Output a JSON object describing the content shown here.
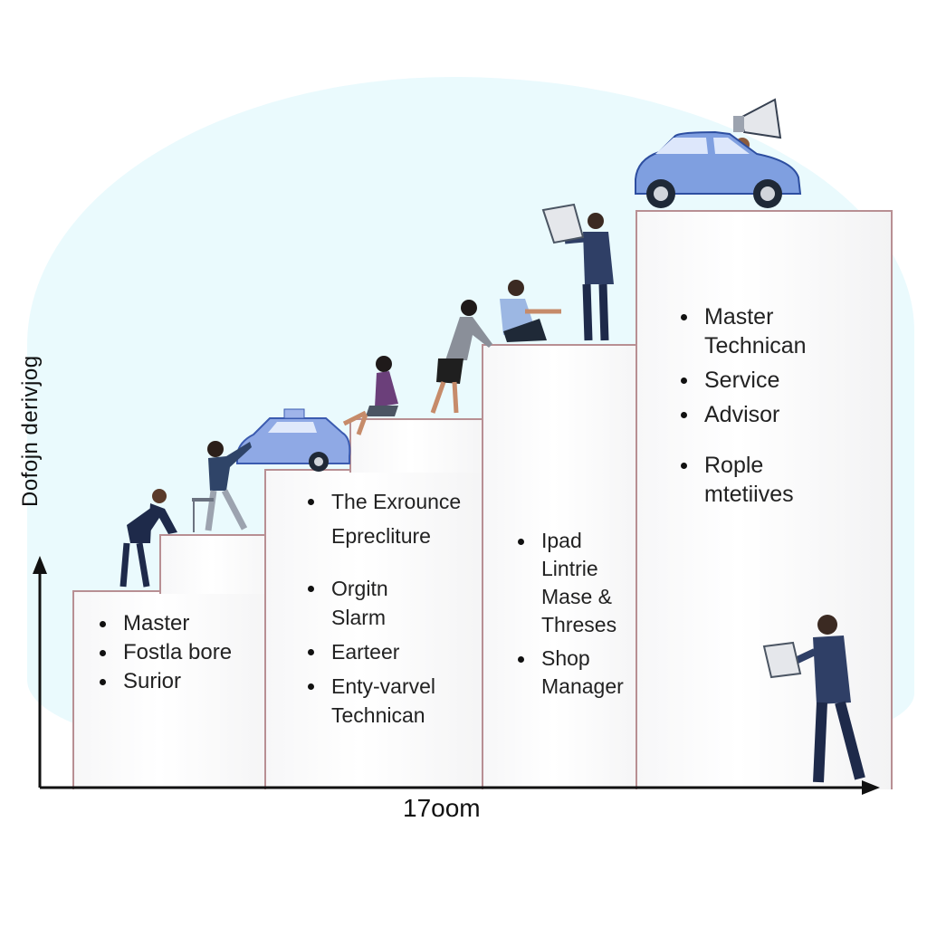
{
  "axes": {
    "y_title": "Dofojn derivjog",
    "x_title": "17oom"
  },
  "steps": [
    {
      "items": [
        "Master",
        "Fostla bore",
        "Surior"
      ]
    },
    {
      "items": [
        "The Exrounce",
        "Eprecliture",
        "Orgitn",
        "Slarm",
        "Earteer",
        "Enty-varvel",
        "Technican"
      ]
    },
    {
      "items": [
        "Ipad",
        "Lintrie",
        "Mase &",
        "Threses",
        "Shop",
        "Manager"
      ]
    },
    {
      "items": [
        "Master",
        "Technican",
        "Service",
        "Advisor",
        "Rople",
        "mtetiives"
      ]
    }
  ],
  "colors": {
    "background_shape": "#eafafd",
    "step_border": "#b88f93",
    "car": "#7f9fe0",
    "person_dark": "#1e2a4a"
  },
  "icons": [
    "megaphone-icon",
    "car-icon",
    "tablet-icon",
    "person-icon"
  ]
}
